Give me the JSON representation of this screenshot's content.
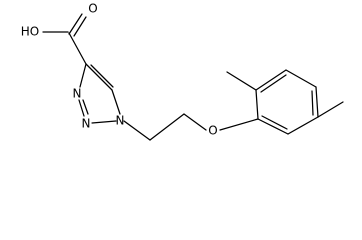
{
  "structure": {
    "atom_labels": {
      "hydroxyl": "HO",
      "carbonyl_oxygen": "O",
      "triazole_n3": "N",
      "triazole_n2": "N",
      "triazole_n1": "N",
      "ether_oxygen": "O"
    }
  }
}
